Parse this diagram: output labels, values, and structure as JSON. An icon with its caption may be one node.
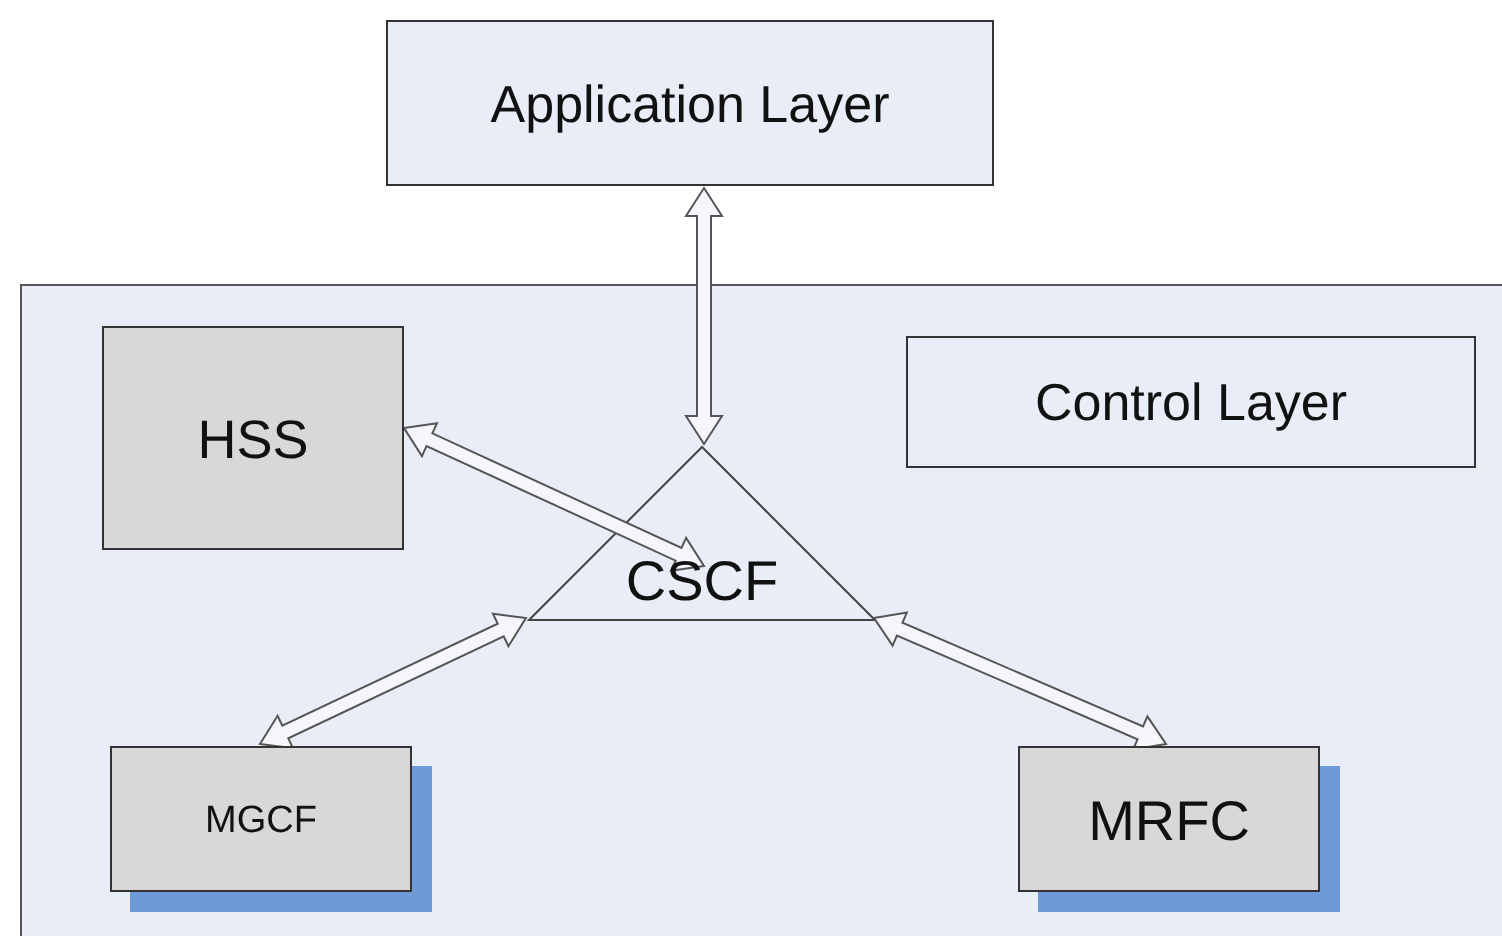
{
  "diagram": {
    "nodes": [
      {
        "text": [
          "Application Layer"
        ]
      },
      {
        "text": [
          "Control Layer"
        ]
      },
      {
        "text": [
          "HSS"
        ],
        "in": 1
      },
      {
        "text": [
          "CSCF"
        ],
        "in": 1
      },
      {
        "text": [
          "MGCF"
        ],
        "in": 1
      },
      {
        "text": [
          "MRFC"
        ],
        "in": 1
      }
    ],
    "edges": [
      {
        "from": 0,
        "to": 3,
        "arrow": "both"
      },
      {
        "from": 2,
        "to": 3,
        "arrow": "both"
      },
      {
        "from": 4,
        "to": 3,
        "arrow": "both"
      },
      {
        "from": 5,
        "to": 3,
        "arrow": "both"
      }
    ]
  }
}
